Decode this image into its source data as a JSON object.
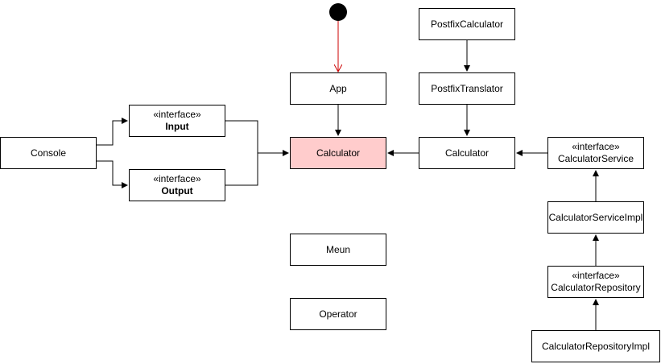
{
  "colors": {
    "highlight_fill": "#FFCCCC",
    "start_fill": "#000000",
    "start_stroke": "#CC0000",
    "start_edge": "#CC0000",
    "edge": "#000000"
  },
  "nodes": {
    "postfix_calculator": {
      "label": "PostfixCalculator"
    },
    "postfix_translator": {
      "label": "PostfixTranslator"
    },
    "app": {
      "label": "App"
    },
    "console": {
      "label": "Console"
    },
    "input": {
      "stereotype": "«interface»",
      "label": "Input"
    },
    "output": {
      "stereotype": "«interface»",
      "label": "Output"
    },
    "calculator_main": {
      "label": "Calculator"
    },
    "calculator_right": {
      "label": "Calculator"
    },
    "calculator_service": {
      "stereotype": "«interface»",
      "label": "CalculatorService"
    },
    "calculator_service_impl": {
      "label": "CalculatorServiceImpl"
    },
    "calculator_repository": {
      "stereotype": "«interface»",
      "label": "CalculatorRepository"
    },
    "calculator_repository_impl": {
      "label": "CalculatorRepositoryImpl"
    },
    "meun": {
      "label": "Meun"
    },
    "operator": {
      "label": "Operator"
    }
  },
  "edges": [
    {
      "from": "start",
      "to": "app"
    },
    {
      "from": "app",
      "to": "calculator_main"
    },
    {
      "from": "postfix_calculator",
      "to": "postfix_translator"
    },
    {
      "from": "postfix_translator",
      "to": "calculator_right"
    },
    {
      "from": "calculator_right",
      "to": "calculator_main"
    },
    {
      "from": "calculator_service",
      "to": "calculator_right"
    },
    {
      "from": "calculator_service_impl",
      "to": "calculator_service"
    },
    {
      "from": "calculator_repository",
      "to": "calculator_service_impl"
    },
    {
      "from": "calculator_repository_impl",
      "to": "calculator_repository"
    },
    {
      "from": "console",
      "to": "input"
    },
    {
      "from": "console",
      "to": "output"
    },
    {
      "from": "input",
      "to": "calculator_main"
    },
    {
      "from": "output",
      "to": "calculator_main"
    }
  ]
}
